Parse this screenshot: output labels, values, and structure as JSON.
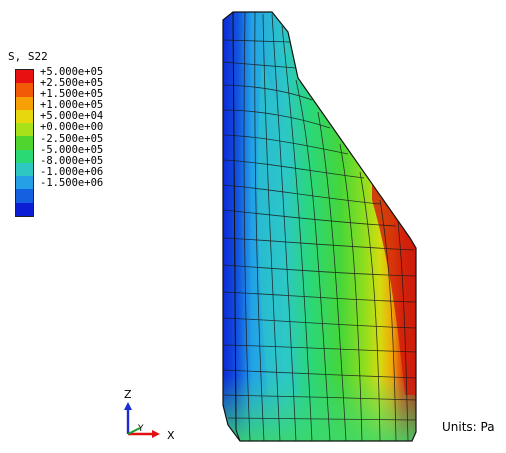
{
  "legend": {
    "title": "S, S22",
    "labels": [
      "+5.000e+05",
      "+2.500e+05",
      "+1.500e+05",
      "+1.000e+05",
      "+5.000e+04",
      "+0.000e+00",
      "-2.500e+05",
      "-5.000e+05",
      "-8.000e+05",
      "-1.000e+06",
      "-1.500e+06"
    ],
    "colors": [
      "#e81010",
      "#f25a08",
      "#f7a006",
      "#e6d80c",
      "#a8e01a",
      "#4fd52e",
      "#2ad874",
      "#2ec8c2",
      "#23a0e6",
      "#1560e0",
      "#0c1ed4"
    ]
  },
  "triad": {
    "z_label": "Z",
    "y_label": "Y",
    "x_label": "X"
  },
  "units": "Units: Pa"
}
